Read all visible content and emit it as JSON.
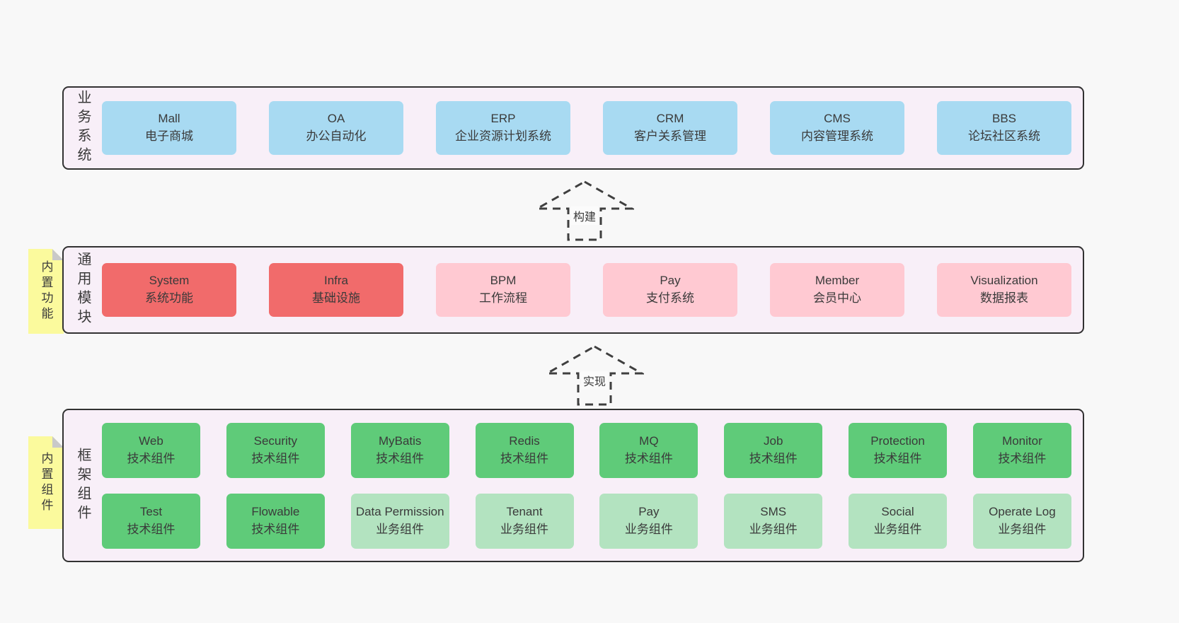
{
  "colors": {
    "page_background": "#f8f8f8",
    "panel_background": "#f8eff8",
    "panel_border": "#323232",
    "blue_box": "#a8daf2",
    "red_box": "#f16b6b",
    "pink_box": "#ffc9d2",
    "green_box": "#5fcb79",
    "light_green_box": "#b3e3c0",
    "sticky_note": "#fbfa9d",
    "text": "#3a3a3a"
  },
  "stickies": [
    {
      "text": "内置功能"
    },
    {
      "text": "内置组件"
    }
  ],
  "arrows": [
    {
      "label": "构建"
    },
    {
      "label": "实现"
    }
  ],
  "sections": [
    {
      "label": "业务系统",
      "boxes": [
        {
          "title": "Mall",
          "subtitle": "电子商城",
          "variant": "blue"
        },
        {
          "title": "OA",
          "subtitle": "办公自动化",
          "variant": "blue"
        },
        {
          "title": "ERP",
          "subtitle": "企业资源计划系统",
          "variant": "blue"
        },
        {
          "title": "CRM",
          "subtitle": "客户关系管理",
          "variant": "blue"
        },
        {
          "title": "CMS",
          "subtitle": "内容管理系统",
          "variant": "blue"
        },
        {
          "title": "BBS",
          "subtitle": "论坛社区系统",
          "variant": "blue"
        }
      ]
    },
    {
      "label": "通用模块",
      "boxes": [
        {
          "title": "System",
          "subtitle": "系统功能",
          "variant": "red"
        },
        {
          "title": "Infra",
          "subtitle": "基础设施",
          "variant": "red"
        },
        {
          "title": "BPM",
          "subtitle": "工作流程",
          "variant": "pink"
        },
        {
          "title": "Pay",
          "subtitle": "支付系统",
          "variant": "pink"
        },
        {
          "title": "Member",
          "subtitle": "会员中心",
          "variant": "pink"
        },
        {
          "title": "Visualization",
          "subtitle": "数据报表",
          "variant": "pink"
        }
      ]
    },
    {
      "label": "框架组件",
      "rows": [
        [
          {
            "title": "Web",
            "subtitle": "技术组件",
            "variant": "green"
          },
          {
            "title": "Security",
            "subtitle": "技术组件",
            "variant": "green"
          },
          {
            "title": "MyBatis",
            "subtitle": "技术组件",
            "variant": "green"
          },
          {
            "title": "Redis",
            "subtitle": "技术组件",
            "variant": "green"
          },
          {
            "title": "MQ",
            "subtitle": "技术组件",
            "variant": "green"
          },
          {
            "title": "Job",
            "subtitle": "技术组件",
            "variant": "green"
          },
          {
            "title": "Protection",
            "subtitle": "技术组件",
            "variant": "green"
          },
          {
            "title": "Monitor",
            "subtitle": "技术组件",
            "variant": "green"
          }
        ],
        [
          {
            "title": "Test",
            "subtitle": "技术组件",
            "variant": "green"
          },
          {
            "title": "Flowable",
            "subtitle": "技术组件",
            "variant": "green"
          },
          {
            "title": "Data Permission",
            "subtitle": "业务组件",
            "variant": "lightgreen"
          },
          {
            "title": "Tenant",
            "subtitle": "业务组件",
            "variant": "lightgreen"
          },
          {
            "title": "Pay",
            "subtitle": "业务组件",
            "variant": "lightgreen"
          },
          {
            "title": "SMS",
            "subtitle": "业务组件",
            "variant": "lightgreen"
          },
          {
            "title": "Social",
            "subtitle": "业务组件",
            "variant": "lightgreen"
          },
          {
            "title": "Operate Log",
            "subtitle": "业务组件",
            "variant": "lightgreen"
          }
        ]
      ]
    }
  ]
}
